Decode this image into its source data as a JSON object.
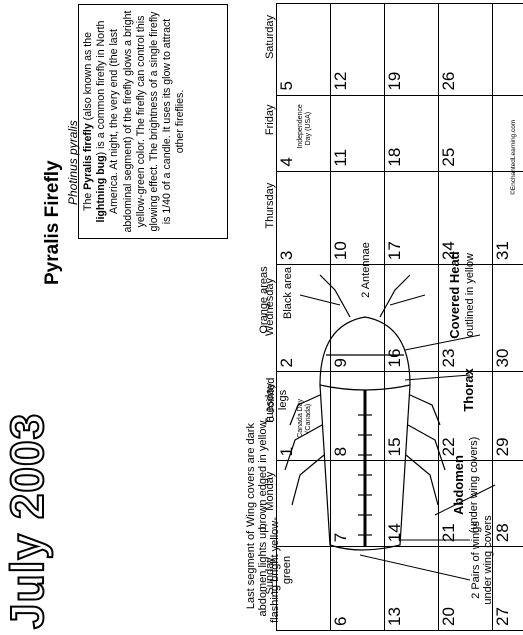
{
  "title": "July 2003",
  "subtitle": "Pyralis Firefly",
  "latin_name": "Photinus pyralis",
  "description": {
    "part1": "The ",
    "bold1": "Pyralis firefly",
    "part2": " (also known as the ",
    "bold2": "lightning bug",
    "part3": ") is a common firefly in North America. At night, the very end (the last abdominal segment) of the firefly glows a bright yellow-green color. The firefly can control this glowing effect. The brightness of a single firefly is 1/40 of a candle. It uses its glow to attract other fireflies."
  },
  "weekdays": [
    "Sunday",
    "Monday",
    "Tuesday",
    "Wednesday",
    "Thursday",
    "Friday",
    "Saturday"
  ],
  "weeks": [
    [
      "",
      "",
      "1",
      "2",
      "3",
      "4",
      "5"
    ],
    [
      "6",
      "7",
      "8",
      "9",
      "10",
      "11",
      "12"
    ],
    [
      "13",
      "14",
      "15",
      "16",
      "17",
      "18",
      "19"
    ],
    [
      "20",
      "21",
      "22",
      "23",
      "24",
      "25",
      "26"
    ],
    [
      "27",
      "28",
      "29",
      "30",
      "31",
      "",
      ""
    ]
  ],
  "holidays": {
    "canada_day": "Canada Day (Canada)",
    "independence_day": "Independence Day (USA)"
  },
  "copyright": "©EnchantedLearning.com",
  "diagram_labels": {
    "orange_areas": "Orange areas",
    "black_area": "Black area",
    "antennae": "2 Antennae",
    "covered_head": "Covered Head",
    "covered_head_note": "outlined in yellow",
    "jointed_legs": "6 Jointed legs",
    "thorax": "Thorax",
    "wing_covers": "Wing covers are dark brown edged in yellow",
    "abdomen": "Abdomen",
    "abdomen_note": "(under wing covers)",
    "last_segment": "Last segment of abdomen lights up, flashing bright yellow-green",
    "wings": "2 Pairs of wings under wing covers"
  }
}
